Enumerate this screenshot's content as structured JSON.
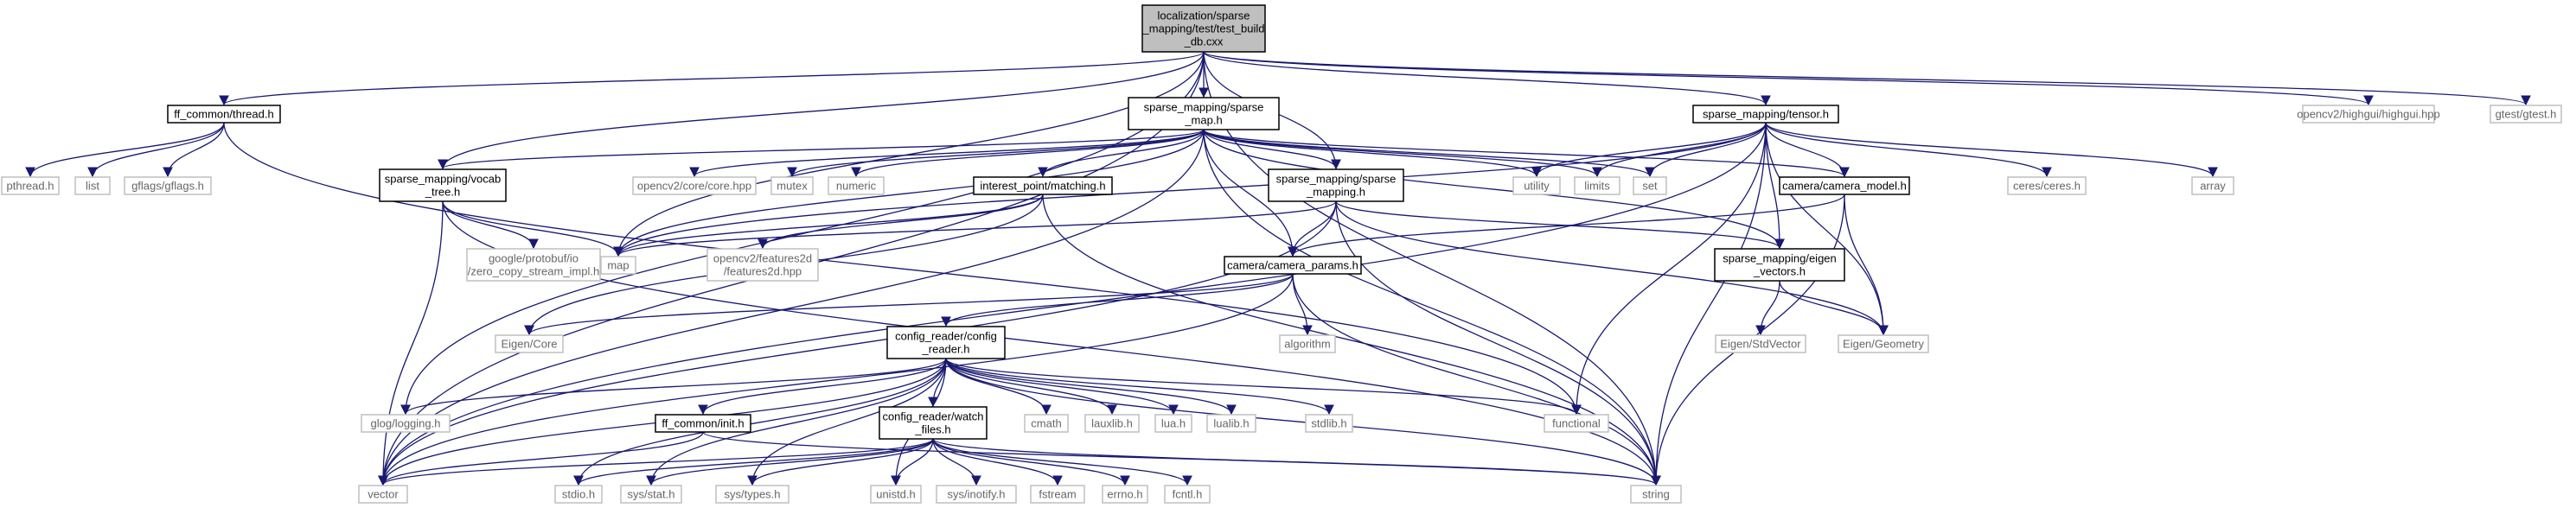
{
  "colors": {
    "edge": "#191970",
    "root_fill": "#bfbfbf",
    "project_border": "#000000",
    "system_border": "#bfbfbf",
    "project_text": "#000000",
    "system_text": "#666666"
  },
  "nodes": [
    {
      "id": "root",
      "kind": "root",
      "lines": [
        "localization/sparse",
        "_mapping/test/test_build",
        "_db.cxx"
      ]
    },
    {
      "id": "ff_thread",
      "kind": "project",
      "lines": [
        "ff_common/thread.h"
      ]
    },
    {
      "id": "sparse_map",
      "kind": "project",
      "lines": [
        "sparse_mapping/sparse",
        "_map.h"
      ]
    },
    {
      "id": "tensor",
      "kind": "project",
      "lines": [
        "sparse_mapping/tensor.h"
      ]
    },
    {
      "id": "highgui",
      "kind": "system",
      "lines": [
        "opencv2/highgui/highgui.hpp"
      ]
    },
    {
      "id": "gtest",
      "kind": "system",
      "lines": [
        "gtest/gtest.h"
      ]
    },
    {
      "id": "pthread",
      "kind": "system",
      "lines": [
        "pthread.h"
      ]
    },
    {
      "id": "list",
      "kind": "system",
      "lines": [
        "list"
      ]
    },
    {
      "id": "gflags",
      "kind": "system",
      "lines": [
        "gflags/gflags.h"
      ]
    },
    {
      "id": "vocab_tree",
      "kind": "project",
      "lines": [
        "sparse_mapping/vocab",
        "_tree.h"
      ]
    },
    {
      "id": "opencv_core",
      "kind": "system",
      "lines": [
        "opencv2/core/core.hpp"
      ]
    },
    {
      "id": "mutex",
      "kind": "system",
      "lines": [
        "mutex"
      ]
    },
    {
      "id": "numeric",
      "kind": "system",
      "lines": [
        "numeric"
      ]
    },
    {
      "id": "interest_point",
      "kind": "project",
      "lines": [
        "interest_point/matching.h"
      ]
    },
    {
      "id": "sparse_mapping_h",
      "kind": "project",
      "lines": [
        "sparse_mapping/sparse",
        "_mapping.h"
      ]
    },
    {
      "id": "utility",
      "kind": "system",
      "lines": [
        "utility"
      ]
    },
    {
      "id": "limits",
      "kind": "system",
      "lines": [
        "limits"
      ]
    },
    {
      "id": "set",
      "kind": "system",
      "lines": [
        "set"
      ]
    },
    {
      "id": "camera_model",
      "kind": "project",
      "lines": [
        "camera/camera_model.h"
      ]
    },
    {
      "id": "ceres",
      "kind": "system",
      "lines": [
        "ceres/ceres.h"
      ]
    },
    {
      "id": "array",
      "kind": "system",
      "lines": [
        "array"
      ]
    },
    {
      "id": "map",
      "kind": "system",
      "lines": [
        "map"
      ]
    },
    {
      "id": "protobuf",
      "kind": "system",
      "lines": [
        "google/protobuf/io",
        "/zero_copy_stream_impl.h"
      ]
    },
    {
      "id": "features2d",
      "kind": "system",
      "lines": [
        "opencv2/features2d",
        "/features2d.hpp"
      ]
    },
    {
      "id": "camera_params",
      "kind": "project",
      "lines": [
        "camera/camera_params.h"
      ]
    },
    {
      "id": "eigen_vectors",
      "kind": "project",
      "lines": [
        "sparse_mapping/eigen",
        "_vectors.h"
      ]
    },
    {
      "id": "eigen_core",
      "kind": "system",
      "lines": [
        "Eigen/Core"
      ]
    },
    {
      "id": "algorithm",
      "kind": "system",
      "lines": [
        "algorithm"
      ]
    },
    {
      "id": "eigen_stdvector",
      "kind": "system",
      "lines": [
        "Eigen/StdVector"
      ]
    },
    {
      "id": "eigen_geometry",
      "kind": "system",
      "lines": [
        "Eigen/Geometry"
      ]
    },
    {
      "id": "config_reader",
      "kind": "project",
      "lines": [
        "config_reader/config",
        "_reader.h"
      ]
    },
    {
      "id": "glog",
      "kind": "system",
      "lines": [
        "glog/logging.h"
      ]
    },
    {
      "id": "ff_init",
      "kind": "project",
      "lines": [
        "ff_common/init.h"
      ]
    },
    {
      "id": "watch_files",
      "kind": "project",
      "lines": [
        "config_reader/watch",
        "_files.h"
      ]
    },
    {
      "id": "cmath",
      "kind": "system",
      "lines": [
        "cmath"
      ]
    },
    {
      "id": "lauxlib",
      "kind": "system",
      "lines": [
        "lauxlib.h"
      ]
    },
    {
      "id": "lua",
      "kind": "system",
      "lines": [
        "lua.h"
      ]
    },
    {
      "id": "lualib",
      "kind": "system",
      "lines": [
        "lualib.h"
      ]
    },
    {
      "id": "stdlib",
      "kind": "system",
      "lines": [
        "stdlib.h"
      ]
    },
    {
      "id": "functional",
      "kind": "system",
      "lines": [
        "functional"
      ]
    },
    {
      "id": "vector",
      "kind": "system",
      "lines": [
        "vector"
      ]
    },
    {
      "id": "stdio",
      "kind": "system",
      "lines": [
        "stdio.h"
      ]
    },
    {
      "id": "sys_stat",
      "kind": "system",
      "lines": [
        "sys/stat.h"
      ]
    },
    {
      "id": "sys_types",
      "kind": "system",
      "lines": [
        "sys/types.h"
      ]
    },
    {
      "id": "unistd",
      "kind": "system",
      "lines": [
        "unistd.h"
      ]
    },
    {
      "id": "sys_inotify",
      "kind": "system",
      "lines": [
        "sys/inotify.h"
      ]
    },
    {
      "id": "fstream",
      "kind": "system",
      "lines": [
        "fstream"
      ]
    },
    {
      "id": "errno",
      "kind": "system",
      "lines": [
        "errno.h"
      ]
    },
    {
      "id": "fcntl",
      "kind": "system",
      "lines": [
        "fcntl.h"
      ]
    },
    {
      "id": "string",
      "kind": "system",
      "lines": [
        "string"
      ]
    }
  ],
  "edges": [
    [
      "root",
      "ff_thread"
    ],
    [
      "root",
      "sparse_map"
    ],
    [
      "root",
      "tensor"
    ],
    [
      "root",
      "highgui"
    ],
    [
      "root",
      "gtest"
    ],
    [
      "root",
      "vocab_tree"
    ],
    [
      "root",
      "sparse_mapping_h"
    ],
    [
      "root",
      "map"
    ],
    [
      "root",
      "glog"
    ],
    [
      "root",
      "vector"
    ],
    [
      "root",
      "string"
    ],
    [
      "ff_thread",
      "pthread"
    ],
    [
      "ff_thread",
      "list"
    ],
    [
      "ff_thread",
      "gflags"
    ],
    [
      "ff_thread",
      "functional"
    ],
    [
      "sparse_map",
      "vocab_tree"
    ],
    [
      "sparse_map",
      "opencv_core"
    ],
    [
      "sparse_map",
      "mutex"
    ],
    [
      "sparse_map",
      "numeric"
    ],
    [
      "sparse_map",
      "interest_point"
    ],
    [
      "sparse_map",
      "sparse_mapping_h"
    ],
    [
      "sparse_map",
      "utility"
    ],
    [
      "sparse_map",
      "limits"
    ],
    [
      "sparse_map",
      "set"
    ],
    [
      "sparse_map",
      "camera_model"
    ],
    [
      "sparse_map",
      "camera_params"
    ],
    [
      "sparse_map",
      "eigen_vectors"
    ],
    [
      "sparse_map",
      "map"
    ],
    [
      "sparse_map",
      "vector"
    ],
    [
      "sparse_map",
      "string"
    ],
    [
      "tensor",
      "utility"
    ],
    [
      "tensor",
      "limits"
    ],
    [
      "tensor",
      "set"
    ],
    [
      "tensor",
      "camera_model"
    ],
    [
      "tensor",
      "ceres"
    ],
    [
      "tensor",
      "array"
    ],
    [
      "tensor",
      "eigen_vectors"
    ],
    [
      "tensor",
      "eigen_geometry"
    ],
    [
      "tensor",
      "map"
    ],
    [
      "tensor",
      "vector"
    ],
    [
      "tensor",
      "functional"
    ],
    [
      "tensor",
      "string"
    ],
    [
      "vocab_tree",
      "protobuf"
    ],
    [
      "vocab_tree",
      "map"
    ],
    [
      "vocab_tree",
      "vector"
    ],
    [
      "vocab_tree",
      "string"
    ],
    [
      "interest_point",
      "map"
    ],
    [
      "interest_point",
      "features2d"
    ],
    [
      "interest_point",
      "eigen_core"
    ],
    [
      "interest_point",
      "string"
    ],
    [
      "sparse_mapping_h",
      "camera_params"
    ],
    [
      "sparse_mapping_h",
      "eigen_vectors"
    ],
    [
      "sparse_mapping_h",
      "eigen_geometry"
    ],
    [
      "sparse_mapping_h",
      "map"
    ],
    [
      "sparse_mapping_h",
      "vector"
    ],
    [
      "sparse_mapping_h",
      "string"
    ],
    [
      "camera_model",
      "camera_params"
    ],
    [
      "camera_model",
      "eigen_geometry"
    ],
    [
      "camera_model",
      "string"
    ],
    [
      "camera_params",
      "eigen_core"
    ],
    [
      "camera_params",
      "algorithm"
    ],
    [
      "camera_params",
      "config_reader"
    ],
    [
      "camera_params",
      "vector"
    ],
    [
      "camera_params",
      "string"
    ],
    [
      "eigen_vectors",
      "eigen_stdvector"
    ],
    [
      "eigen_vectors",
      "eigen_geometry"
    ],
    [
      "config_reader",
      "glog"
    ],
    [
      "config_reader",
      "ff_init"
    ],
    [
      "config_reader",
      "watch_files"
    ],
    [
      "config_reader",
      "cmath"
    ],
    [
      "config_reader",
      "lauxlib"
    ],
    [
      "config_reader",
      "lua"
    ],
    [
      "config_reader",
      "lualib"
    ],
    [
      "config_reader",
      "stdlib"
    ],
    [
      "config_reader",
      "functional"
    ],
    [
      "config_reader",
      "vector"
    ],
    [
      "config_reader",
      "string"
    ],
    [
      "config_reader",
      "stdio"
    ],
    [
      "config_reader",
      "sys_stat"
    ],
    [
      "config_reader",
      "sys_types"
    ],
    [
      "config_reader",
      "unistd"
    ],
    [
      "ff_init",
      "vector"
    ],
    [
      "ff_init",
      "string"
    ],
    [
      "watch_files",
      "vector"
    ],
    [
      "watch_files",
      "stdio"
    ],
    [
      "watch_files",
      "sys_stat"
    ],
    [
      "watch_files",
      "sys_types"
    ],
    [
      "watch_files",
      "unistd"
    ],
    [
      "watch_files",
      "sys_inotify"
    ],
    [
      "watch_files",
      "fstream"
    ],
    [
      "watch_files",
      "errno"
    ],
    [
      "watch_files",
      "fcntl"
    ],
    [
      "watch_files",
      "string"
    ]
  ]
}
